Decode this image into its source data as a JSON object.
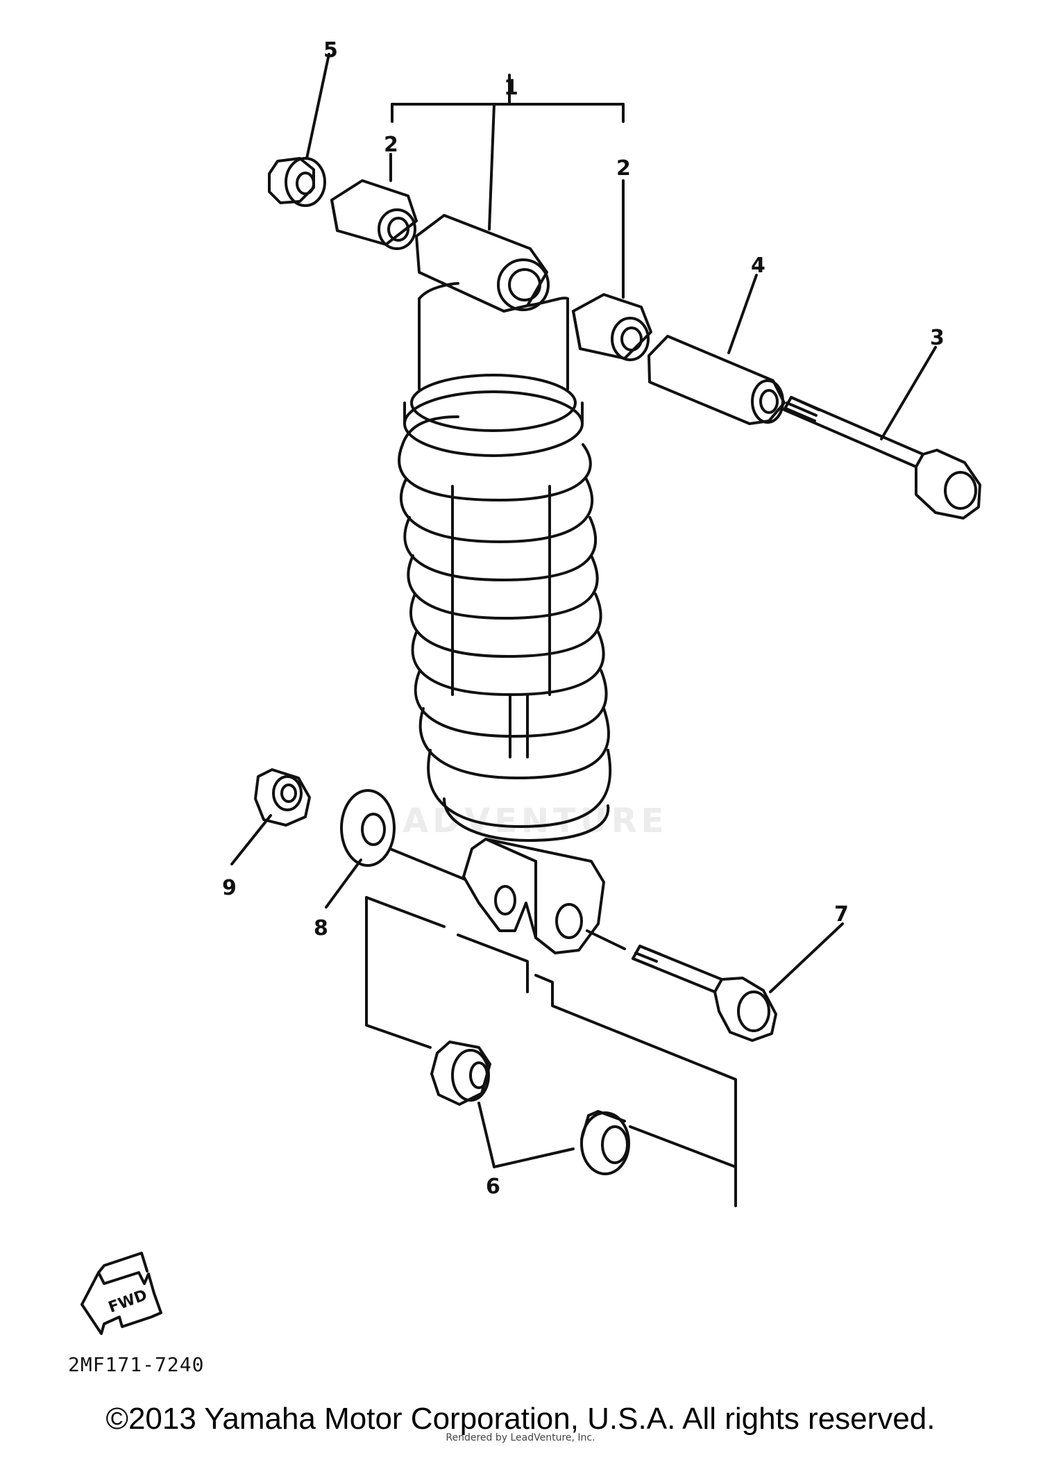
{
  "diagram": {
    "callouts": {
      "c1": "1",
      "c2a": "2",
      "c2b": "2",
      "c3": "3",
      "c4": "4",
      "c5": "5",
      "c6": "6",
      "c7": "7",
      "c8": "8",
      "c9": "9"
    },
    "fwd_label": "FWD",
    "watermark": "ADVENTURE",
    "part_code": "2MF171-7240"
  },
  "footer": {
    "copyright": "©2013 Yamaha Motor Corporation, U.S.A. All rights reserved.",
    "rendered_by": "Rendered by LeadVenture, Inc."
  }
}
